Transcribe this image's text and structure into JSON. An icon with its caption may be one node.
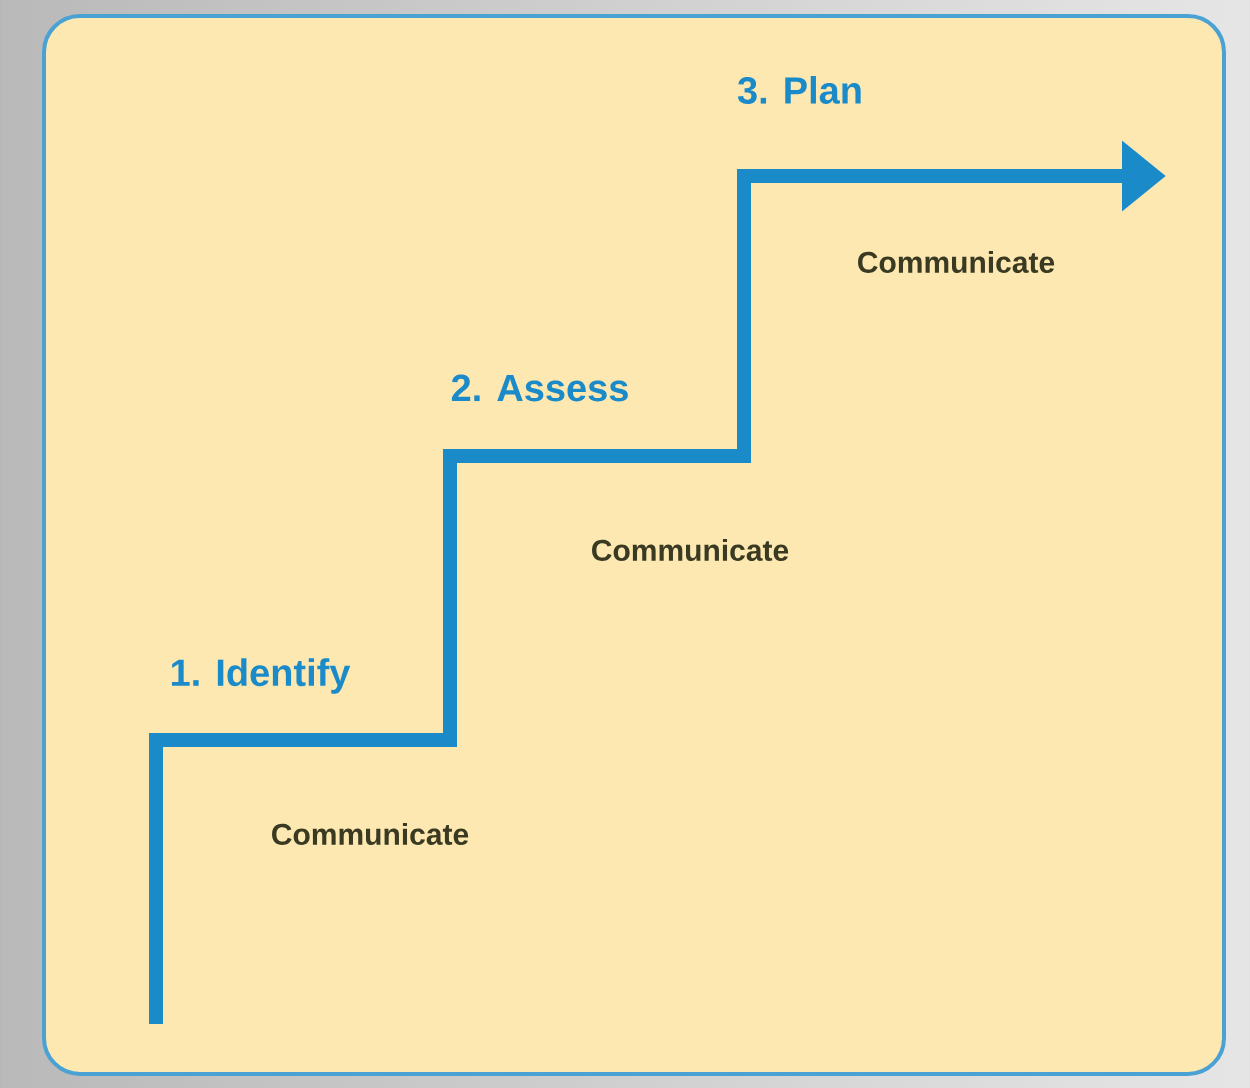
{
  "diagram": {
    "labels": [
      "3. Plan",
      "Communicate",
      "2. Assess",
      "Communicate",
      "1. Identify",
      "Communicate"
    ]
  }
}
